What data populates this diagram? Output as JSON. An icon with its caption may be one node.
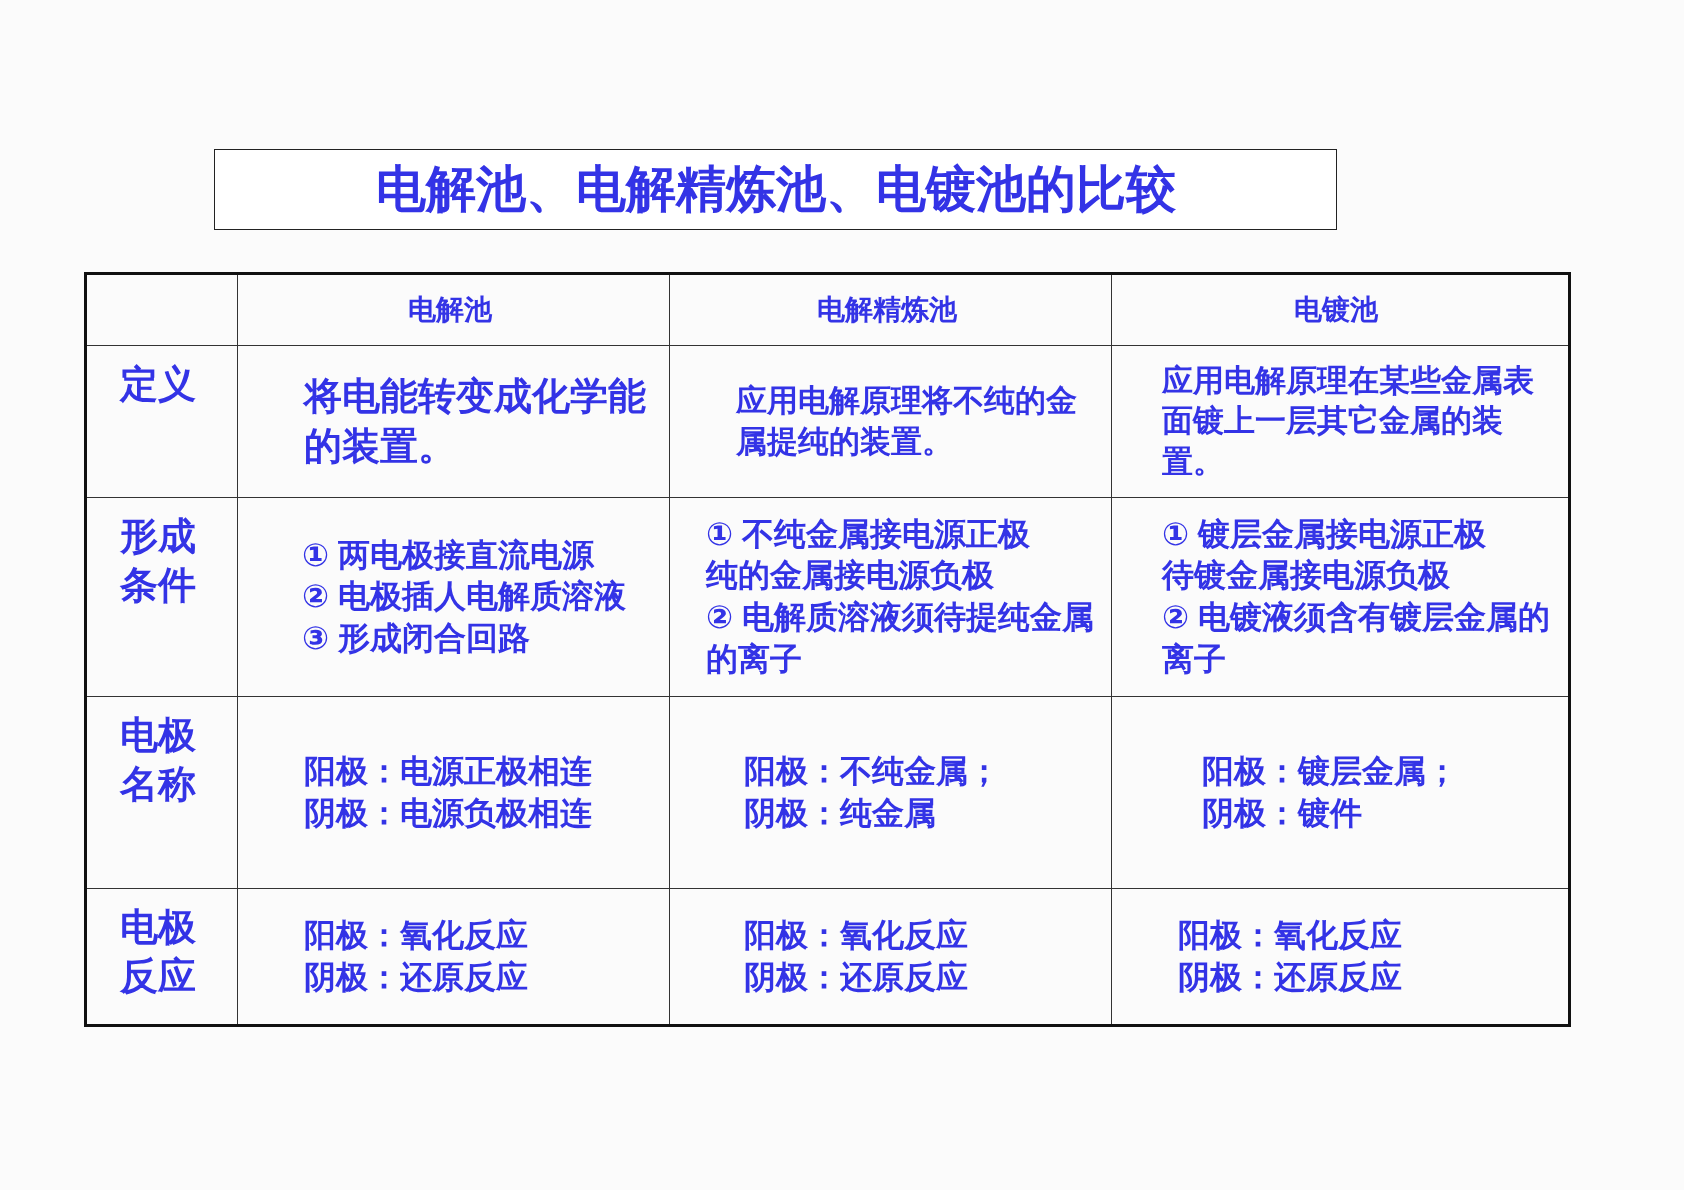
{
  "diagram": {
    "title": "电解池、电解精炼池、电镀池的比较",
    "labels": [
      "电解池",
      "电解精炼池",
      "电镀池",
      "定义",
      "将电能转变成化学能的装置。",
      "应用电解原理将不纯的金属提纯的装置。",
      "应用电解原理在某些金属表面镀上一层其它金属的装置。",
      "形成条件",
      "① 两电极接直流电源",
      "② 电极插人电解质溶液",
      "③ 形成闭合回路",
      "① 不纯金属接电源正极",
      "纯的金属接电源负极",
      "② 电解质溶液须待提纯金属的离子",
      "① 镀层金属接电源正极",
      "待镀金属接电源负极",
      "② 电镀液须含有镀层金属的离子",
      "电极名称",
      "阳极：电源正极相连",
      "阴极：电源负极相连",
      "阳极：不纯金属；",
      "阴极：纯金属",
      "阳极：镀层金属；",
      "阴极：镀件",
      "电极反应",
      "阳极：氧化反应",
      "阴极：还原反应",
      "阳极：氧化反应",
      "阴极：还原反应",
      "阳极：氧化反应",
      "阴极：还原反应"
    ]
  }
}
